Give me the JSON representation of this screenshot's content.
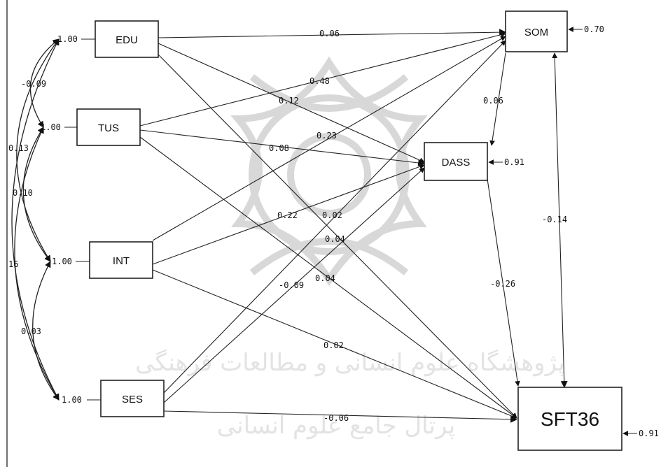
{
  "nodes": {
    "edu": {
      "label": "EDU",
      "variance": "1.00"
    },
    "tus": {
      "label": "TUS",
      "variance": "1.00"
    },
    "int": {
      "label": "INT",
      "variance": "1.00"
    },
    "ses": {
      "label": "SES",
      "variance": "1.00"
    },
    "som": {
      "label": "SOM",
      "error": "0.70"
    },
    "dass": {
      "label": "DASS",
      "error": "0.91"
    },
    "sft36": {
      "label": "SFT36",
      "error": "0.91"
    }
  },
  "paths": {
    "edu_som": "0.06",
    "tus_som": "0.48",
    "edu_dass": "0.12",
    "int_som": "0.23",
    "tus_dass": "0.08",
    "int_dass": "0.22",
    "ses_som": "0.02",
    "ses_dass": "0.04",
    "edu_sft": "-0.09",
    "tus_sft": "0.04",
    "int_sft": "0.02",
    "ses_sft": "-0.06",
    "som_dass": "0.06",
    "som_sft": "-0.14",
    "dass_sft": "-0.26"
  },
  "correlations": {
    "c1": "-0.09",
    "c2": "0.13",
    "c3": "0.10",
    "c4": "16",
    "c5": "0.03"
  },
  "watermark": {
    "line1": "پژوهشگاه علوم انسانی و مطالعات فرهنگی",
    "line2": "پرتال جامع علوم انسانی"
  }
}
